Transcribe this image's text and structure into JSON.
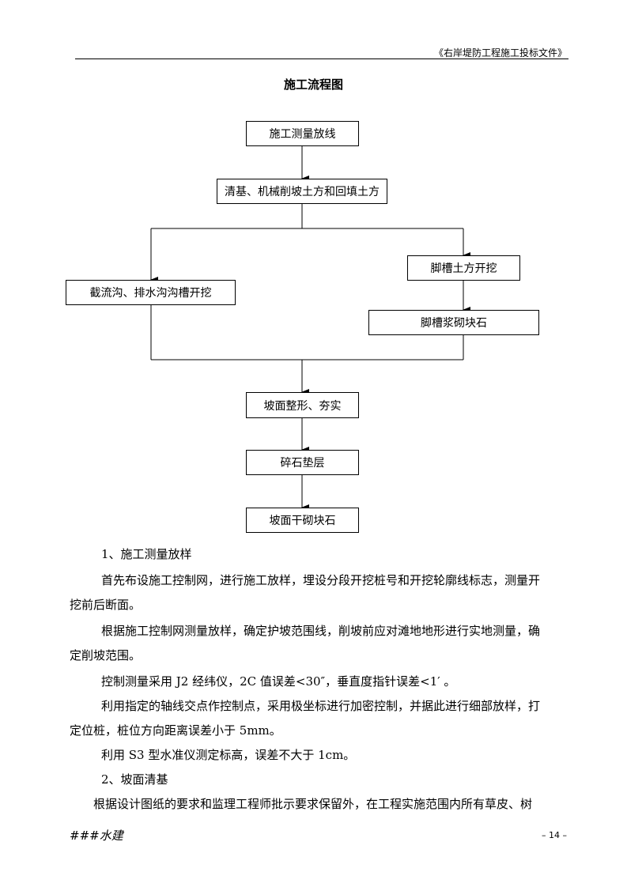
{
  "header": {
    "doc_title": "《右岸堤防工程施工投标文件》"
  },
  "page_title": "施工流程图",
  "flowchart": {
    "nodes": [
      "施工测量放线",
      "清基、机械削坡土方和回填土方",
      "截流沟、排水沟沟槽开挖",
      "脚槽土方开挖",
      "脚槽浆砌块石",
      "坡面整形、夯实",
      "碎石垫层",
      "坡面干砌块石"
    ]
  },
  "body": {
    "s1_heading": "1、施工测量放样",
    "p1_line1": "首先布设施工控制网，进行施工放样，埋设分段开挖桩号和开挖轮廓线标志，测量开",
    "p1_line2": "挖前后断面。",
    "p2_line1": "根据施工控制网测量放样，确定护坡范围线，削坡前应对滩地地形进行实地测量，确",
    "p2_line2": "定削坡范围。",
    "p3": "控制测量采用 J2 经纬仪，2C 值误差<30″，垂直度指针误差<1′ 。",
    "p4_line1": "利用指定的轴线交点作控制点，采用极坐标进行加密控制，并据此进行细部放样，打",
    "p4_line2": "定位桩，桩位方向距离误差小于 5mm。",
    "p5": "利用 S3 型水准仪测定标高，误差不大于 1cm。",
    "s2_heading": "2、坡面清基",
    "p6": "根据设计图纸的要求和监理工程师批示要求保留外，在工程实施范围内所有草皮、树"
  },
  "footer": {
    "company": "###水建",
    "page_number": "– 14 –"
  }
}
